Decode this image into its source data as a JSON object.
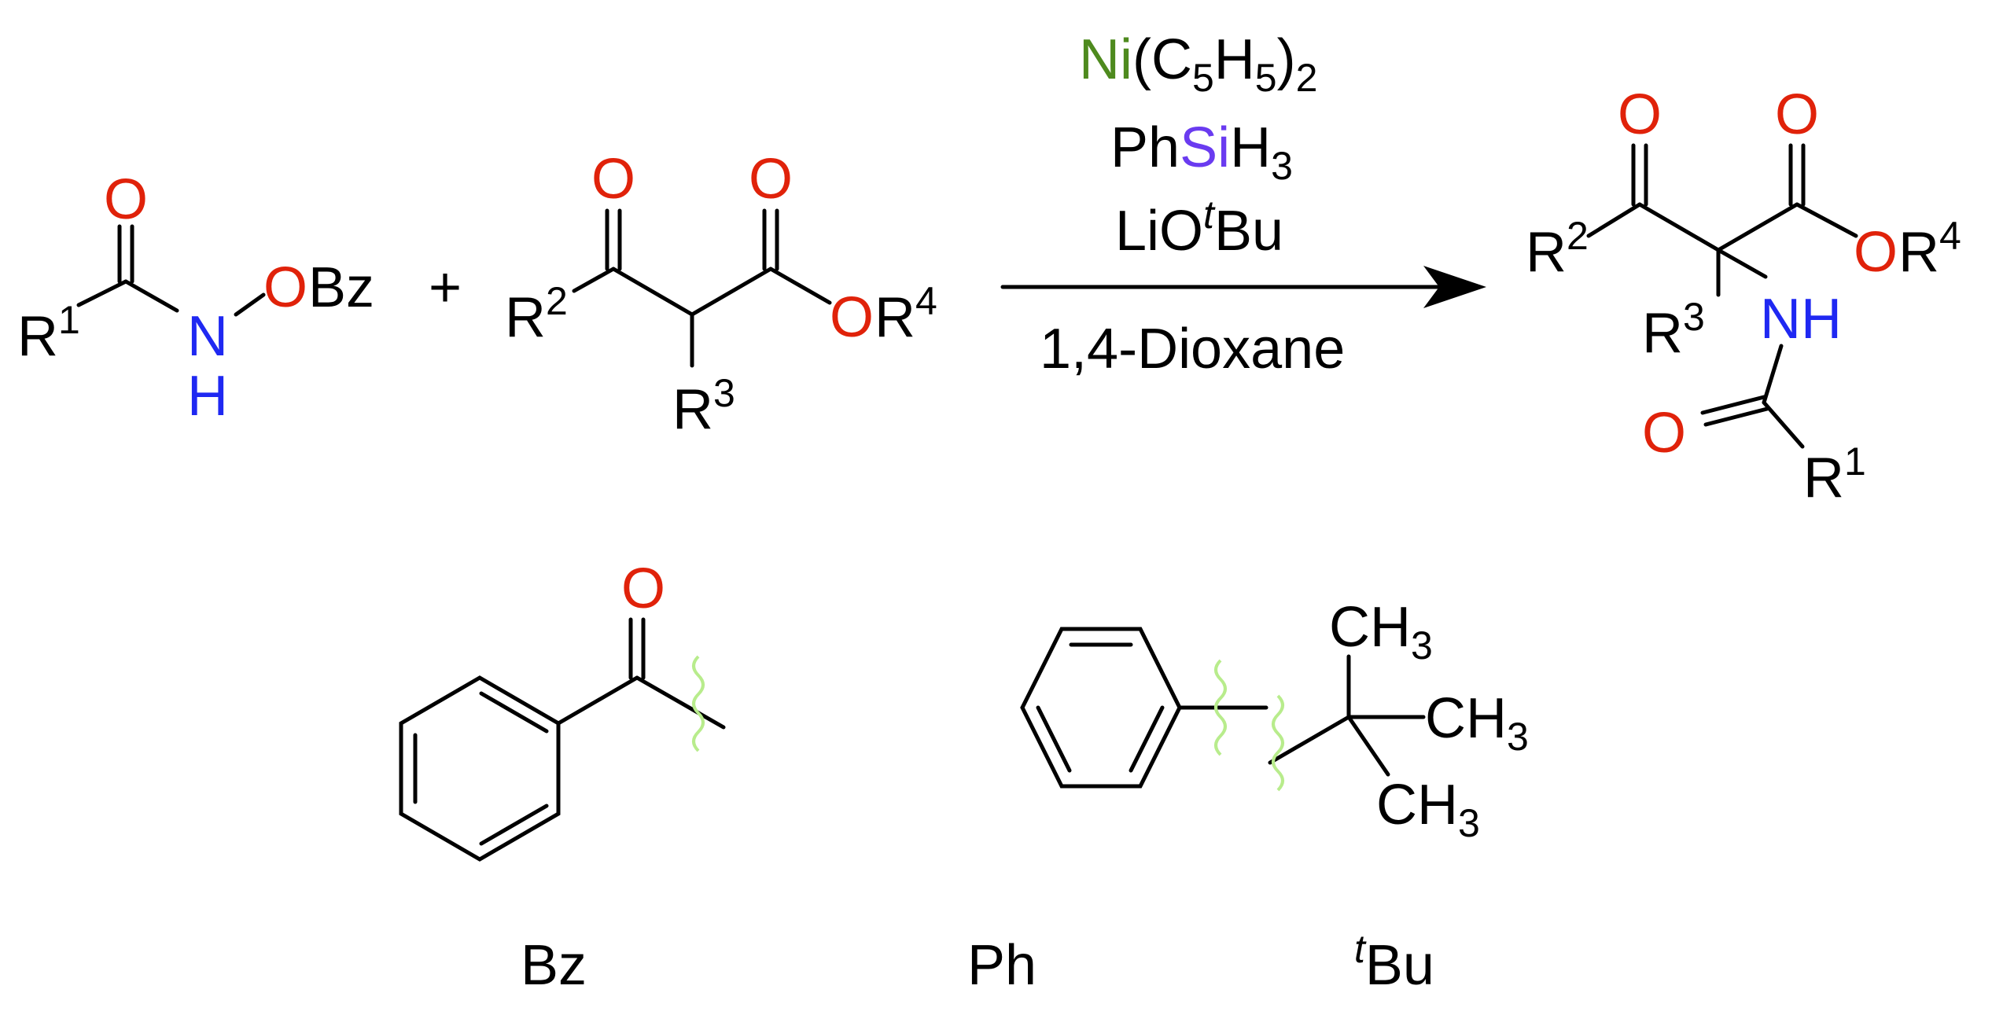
{
  "colors": {
    "black": "#000000",
    "oxygen": "#e0220a",
    "nitrogen": "#1f28f2",
    "nickel": "#4e8a1e",
    "silicon": "#6a3bf0",
    "wavy": "#b8ec8c"
  },
  "reactant1": {
    "r1": "R",
    "r1_sup": "1",
    "carbonyl_o": "O",
    "n": "N",
    "h": "H",
    "ester_o": "O",
    "bz": "Bz"
  },
  "plus": "+",
  "reactant2": {
    "r2": "R",
    "r2_sup": "2",
    "ketone_o": "O",
    "ester_carbonyl_o": "O",
    "ester_o": "O",
    "r4": "R",
    "r4_sup": "4",
    "r3": "R",
    "r3_sup": "3"
  },
  "conditions": {
    "ni": "Ni",
    "ni_rest": "(C",
    "c_sub": "5",
    "h": "H",
    "h_sub": "5",
    "close": ")",
    "close_sub": "2",
    "ph": "Ph",
    "si": "Si",
    "h3": "H",
    "h3_sub": "3",
    "li": "LiO",
    "t": "t",
    "bu": "Bu",
    "solvent": "1,4-Dioxane"
  },
  "product": {
    "r2": "R",
    "r2_sup": "2",
    "ketone_o": "O",
    "ester_carbonyl_o": "O",
    "ester_o": "O",
    "r4": "R",
    "r4_sup": "4",
    "r3": "R",
    "r3_sup": "3",
    "nh": "NH",
    "amide_o": "O",
    "r1": "R",
    "r1_sup": "1"
  },
  "legend": {
    "bz_o": "O",
    "ch3_top": "CH",
    "ch3_top_sub": "3",
    "ch3_mid": "CH",
    "ch3_mid_sub": "3",
    "ch3_bot": "CH",
    "ch3_bot_sub": "3",
    "bz_caption": "Bz",
    "ph_caption": "Ph",
    "tbu_t": "t",
    "tbu_caption": "Bu"
  }
}
